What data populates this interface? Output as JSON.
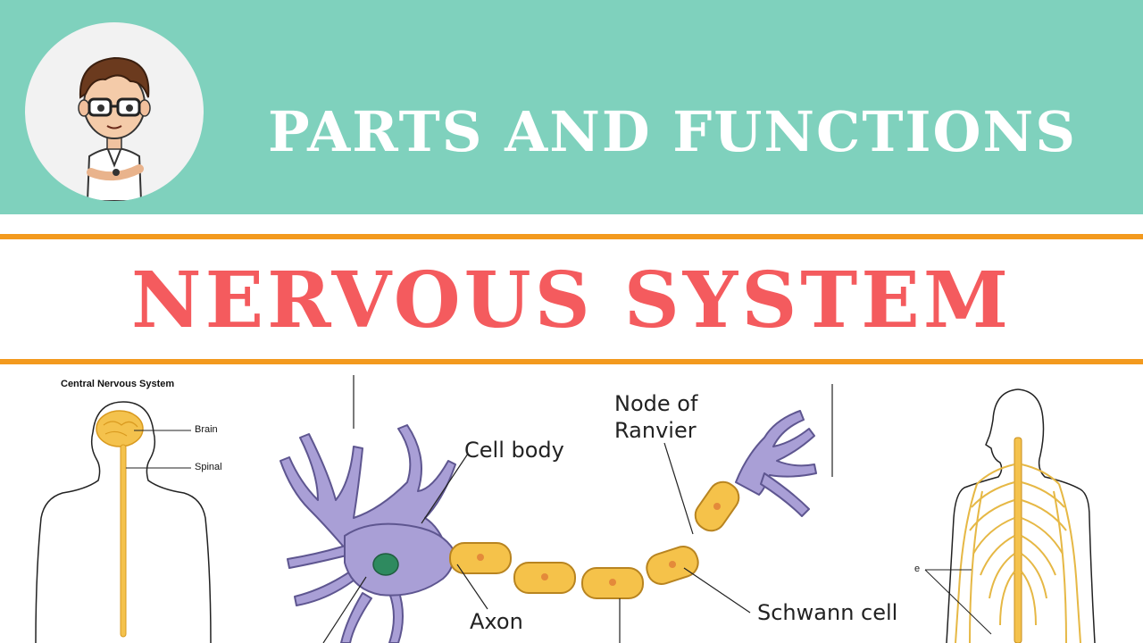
{
  "header": {
    "subtitle": "PARTS AND FUNCTIONS",
    "title": "NERVOUS SYSTEM",
    "banner_color": "#7fd1bd",
    "rule_color": "#f39a1e",
    "title_color": "#f45b5e"
  },
  "cns_diagram": {
    "title": "Central Nervous System",
    "labels": {
      "brain": "Brain",
      "spinal": "Spinal"
    }
  },
  "neuron_diagram": {
    "labels": {
      "cell_body": "Cell body",
      "node_of_ranvier_line1": "Node of",
      "node_of_ranvier_line2": "Ranvier",
      "axon": "Axon",
      "schwann_cell": "Schwann cell"
    },
    "colors": {
      "cell": "#a99fd6",
      "nucleus": "#2e8a5f",
      "myelin": "#f5c24a"
    }
  },
  "pns_diagram": {
    "partial_label": "e"
  },
  "icons": [
    "cartoon-teacher-avatar"
  ]
}
